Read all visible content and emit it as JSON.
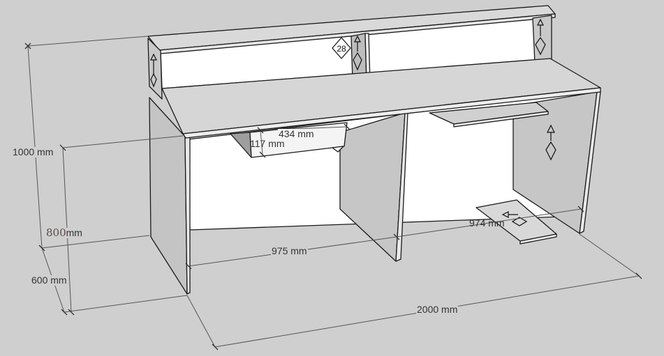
{
  "dimensions": {
    "total_height": "1000 mm",
    "desk_height_value": "800",
    "desk_height_unit": "mm",
    "depth": "600 mm",
    "width": "2000 mm",
    "left_bay_width": "975 mm",
    "right_bay_width": "974 mm",
    "drawer_width": "434 mm",
    "drawer_height": "117 mm"
  },
  "part_badge": "28",
  "colors": {
    "background": "#cfcfcf",
    "panel": "#d6d6d6",
    "inner": "#ffffff",
    "edge": "#1a1a1a",
    "dim_line": "#555555"
  }
}
